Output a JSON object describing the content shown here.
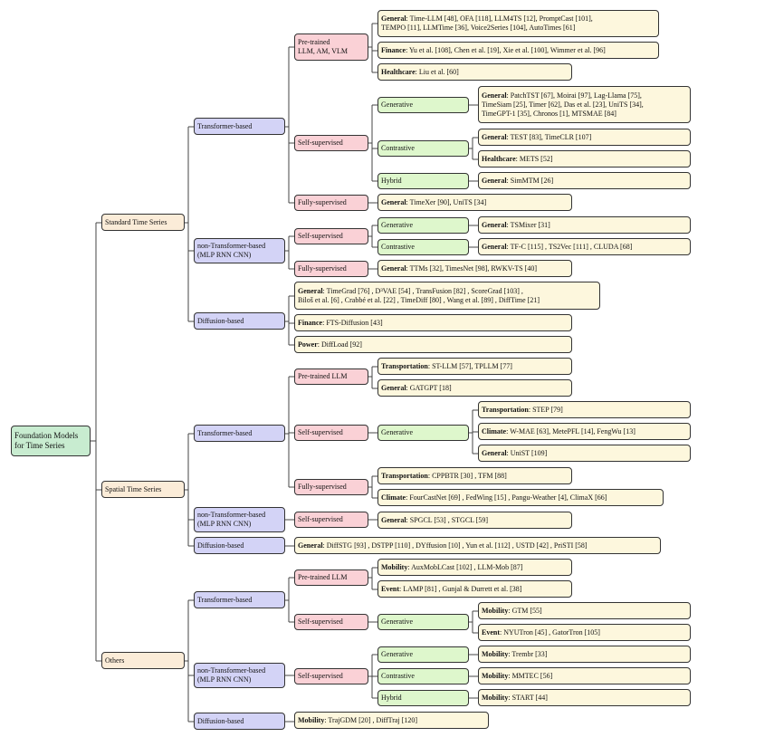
{
  "root": "Foundation Models\nfor Time Series",
  "l1": {
    "standard": "Standard Time Series",
    "spatial": "Spatial Time Series",
    "others": "Others"
  },
  "l2": {
    "std_transformer": "Transformer-based",
    "std_nontransformer": "non-Transformer-based\n(MLP RNN CNN)",
    "std_diffusion": "Diffusion-based",
    "sp_transformer": "Transformer-based",
    "sp_nontransformer": "non-Transformer-based\n(MLP RNN CNN)",
    "sp_diffusion": "Diffusion-based",
    "ot_transformer": "Transformer-based",
    "ot_nontransformer": "non-Transformer-based\n(MLP RNN CNN)",
    "ot_diffusion": "Diffusion-based"
  },
  "l3": {
    "std_tr_pretrained": "Pre-trained\nLLM, AM, VLM",
    "std_tr_selfsup": "Self-supervised",
    "std_tr_fullysup": "Fully-supervised",
    "std_nt_selfsup": "Self-supervised",
    "std_nt_fullysup": "Fully-supervised",
    "sp_tr_pretrained": "Pre-trained LLM",
    "sp_tr_selfsup": "Self-supervised",
    "sp_tr_fullysup": "Fully-supervised",
    "sp_nt_selfsup": "Self-supervised",
    "ot_tr_pretrained": "Pre-trained LLM",
    "ot_tr_selfsup": "Self-supervised",
    "ot_nt_selfsup": "Self-supervised"
  },
  "l4": {
    "std_tr_gen": "Generative",
    "std_tr_con": "Contrastive",
    "std_tr_hyb": "Hybrid",
    "std_nt_gen": "Generative",
    "std_nt_con": "Contrastive",
    "sp_tr_gen": "Generative",
    "ot_tr_gen": "Generative",
    "ot_nt_gen": "Generative",
    "ot_nt_con": "Contrastive",
    "ot_nt_hyb": "Hybrid"
  },
  "leaves": {
    "a1": {
      "cat": "General",
      "text": ": Time-LLM [48], OFA [118], LLM4TS [12], PromptCast [101],\nTEMPO [11], LLMTime [36], Voice2Series [104], AutoTimes [61]"
    },
    "a2": {
      "cat": "Finance",
      "text": ": Yu et al. [108], Chen et al. [19], Xie et al. [100], Wimmer et al. [96]"
    },
    "a3": {
      "cat": "Healthcare",
      "text": ": Liu et al. [60]"
    },
    "a4": {
      "cat": "General",
      "text": ": PatchTST [67], Moirai [97], Lag-Llama [75],\nTimeSiam [25], Timer [62], Das et al. [23], UniTS [34],\nTimeGPT-1 [35], Chronos [1], MTSMAE [84]"
    },
    "a5": {
      "cat": "General",
      "text": ": TEST [83], TimeCLR [107]"
    },
    "a6": {
      "cat": "Healthcare",
      "text": ": METS [52]"
    },
    "a7": {
      "cat": "General",
      "text": ": SimMTM [26]"
    },
    "a8": {
      "cat": "General",
      "text": ": TimeXer [90], UniTS [34]"
    },
    "a9": {
      "cat": "General",
      "text": ": TSMixer [31]"
    },
    "a10": {
      "cat": "General",
      "text": ": TF-C [115] , TS2Vec [111] , CLUDA [68]"
    },
    "a11": {
      "cat": "General",
      "text": ": TTMs [32], TimesNet [98], RWKV-TS [40]"
    },
    "a12": {
      "cat": "General",
      "text": ": TimeGrad [76] , D³VAE [54] , TransFusion [82] , ScoreGrad [103] ,\nBiloš et al. [6] , Crabbé et al. [22] , TimeDiff [80] , Wang et al. [89] , DiffTime [21]"
    },
    "a13": {
      "cat": "Finance",
      "text": ": FTS-Diffusion [43]"
    },
    "a14": {
      "cat": "Power",
      "text": ": DiffLoad [92]"
    },
    "b1": {
      "cat": "Transportation",
      "text": ": ST-LLM [57], TPLLM [77]"
    },
    "b2": {
      "cat": "General",
      "text": ": GATGPT [18]"
    },
    "b3": {
      "cat": "Transportation",
      "text": ": STEP [79]"
    },
    "b4": {
      "cat": "Climate",
      "text": ": W-MAE [63], MetePFL [14], FengWu [13]"
    },
    "b5": {
      "cat": "General",
      "text": ": UniST [109]"
    },
    "b6": {
      "cat": "Transportation",
      "text": ": CPPBTR [30] , TFM [88]"
    },
    "b7": {
      "cat": "Climate",
      "text": ": FourCastNet [69] , FedWing [15] , Pangu-Weather [4], ClimaX [66]"
    },
    "b8": {
      "cat": "General",
      "text": ": SPGCL [53] , STGCL [59]"
    },
    "b9": {
      "cat": "General",
      "text": ": DiffSTG [93] , DSTPP [110] , DYffusion [10] , Yun et al. [112] , USTD [42] , PriSTI [58]"
    },
    "c1": {
      "cat": "Mobility",
      "text": ": AuxMobLCast [102] , LLM-Mob [87]"
    },
    "c2": {
      "cat": "Event",
      "text": ": LAMP [81] , Gunjal & Durrett et al. [38]"
    },
    "c3": {
      "cat": "Mobility",
      "text": ": GTM [55]"
    },
    "c4": {
      "cat": "Event",
      "text": ": NYUTron [45] , GatorTron [105]"
    },
    "c5": {
      "cat": "Mobility",
      "text": ": Trembr [33]"
    },
    "c6": {
      "cat": "Mobility",
      "text": ": MMTEC [56]"
    },
    "c7": {
      "cat": "Mobility",
      "text": ": START [44]"
    },
    "c8": {
      "cat": "Mobility",
      "text": ": TrajGDM [20] , DiffTraj [120]"
    }
  }
}
